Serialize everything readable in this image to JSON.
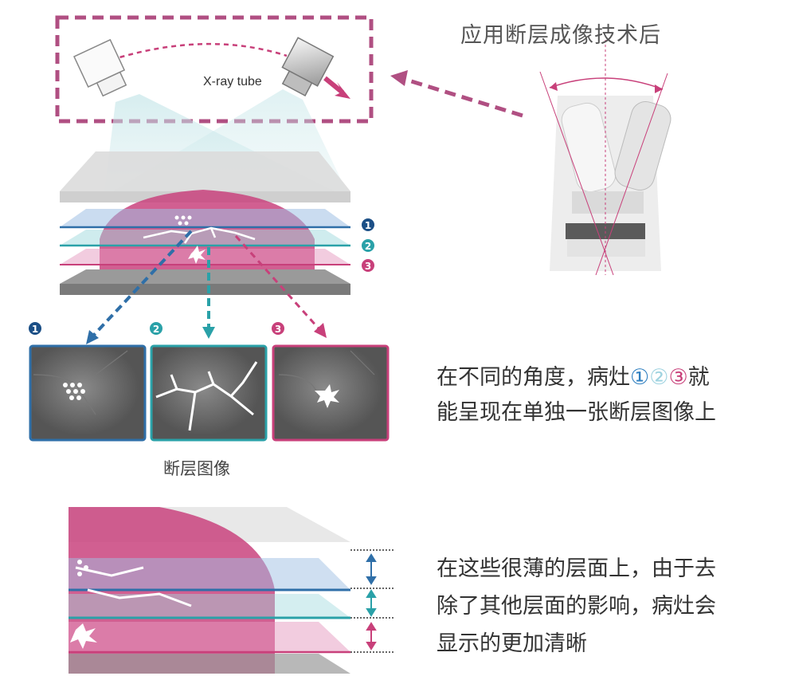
{
  "title_after": "应用断层成像技术后",
  "xray_tube_label": "X-ray tube",
  "slice_caption": "断层图像",
  "layer_numbers": [
    "1",
    "2",
    "3"
  ],
  "desc1": {
    "line1_prefix": "在不同的角度，病灶",
    "circle1": "①",
    "circle2": "②",
    "circle3": "③",
    "line1_suffix": "就",
    "line2": "能呈现在单独一张断层图像上"
  },
  "desc2": {
    "line1": "在这些很薄的层面上，由于去",
    "line2": "除了其他层面的影响，病灶会",
    "line3": "显示的更加清晰"
  },
  "colors": {
    "blue": "#2f6fa8",
    "teal": "#2aa1a8",
    "magenta": "#c8407a",
    "dashed_box": "#b04f82",
    "lesion": "#c9437e"
  }
}
